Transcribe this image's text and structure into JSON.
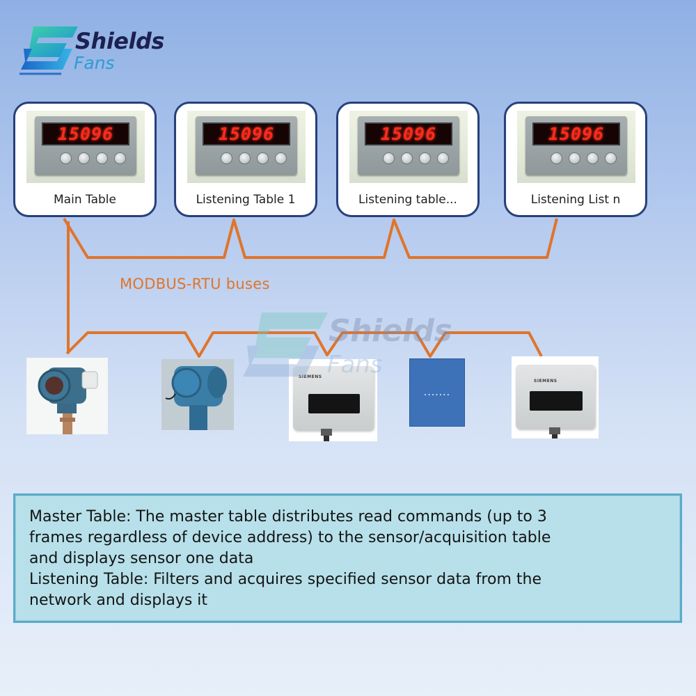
{
  "brand": {
    "name_primary": "Shields",
    "name_secondary": "Fans",
    "primary_color": "#1c2150",
    "secondary_color": "#2e9bd3",
    "watermark_primary": "Shields",
    "watermark_secondary": "Fans"
  },
  "meters": [
    {
      "label": "Main Table",
      "reading": "15096",
      "icon": "panel-meter-icon"
    },
    {
      "label": "Listening Table 1",
      "reading": "15096",
      "icon": "panel-meter-icon"
    },
    {
      "label": "Listening table...",
      "reading": "15096",
      "icon": "panel-meter-icon"
    },
    {
      "label": "Listening List n",
      "reading": "15096",
      "icon": "panel-meter-icon"
    }
  ],
  "bus": {
    "label": "MODBUS-RTU buses",
    "color": "#e0742a"
  },
  "sensors": [
    {
      "icon": "pressure-transmitter-icon"
    },
    {
      "icon": "pressure-transmitter-icon"
    },
    {
      "icon": "siemens-sensor-icon",
      "brand": "SIEMENS"
    },
    {
      "icon": "placeholder-device-icon",
      "text": "......."
    },
    {
      "icon": "siemens-sensor-icon",
      "brand": "SIEMENS"
    }
  ],
  "description": {
    "lines": [
      "Master Table: The master table distributes read commands (up to 3",
      "frames regardless of device address) to the sensor/acquisition table",
      "and displays sensor one data",
      "Listening Table: Filters and acquires specified sensor data from the",
      "network and displays it"
    ],
    "background": "#b7e0ea",
    "border": "#5aabc8"
  }
}
